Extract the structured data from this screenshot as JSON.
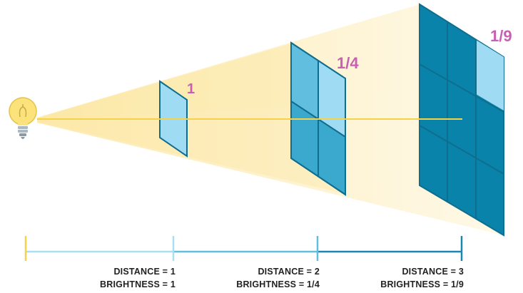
{
  "colors": {
    "light_beam": "#fde9a8",
    "beam_line": "#f5d24a",
    "bulb_glass": "#fbe27a",
    "bulb_base": "#a9b8c2",
    "panel_light": "#9fdcf4",
    "panel_mid": "#3ba9cd",
    "panel_dark": "#0a83aa",
    "panel_edge": "#0f6d8f",
    "fraction_label": "#c85fb3",
    "scale_segment_1": "#a9dff3",
    "scale_segment_2": "#62bedf",
    "scale_segment_3": "#1a87b3",
    "scale_start_tick": "#f5d24a"
  },
  "bulb": {
    "icon": "lightbulb-icon"
  },
  "panels": [
    {
      "fraction": "1"
    },
    {
      "fraction": "1/4"
    },
    {
      "fraction": "1/9"
    }
  ],
  "scale": [
    {
      "distance": "DISTANCE = 1",
      "brightness": "BRIGHTNESS = 1"
    },
    {
      "distance": "DISTANCE = 2",
      "brightness": "BRIGHTNESS = 1/4"
    },
    {
      "distance": "DISTANCE = 3",
      "brightness": "BRIGHTNESS = 1/9"
    }
  ]
}
